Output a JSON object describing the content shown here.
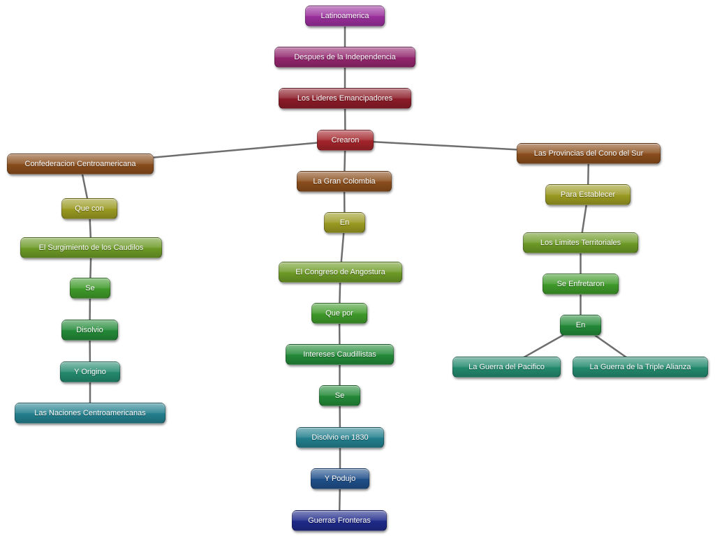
{
  "colors": {
    "purple": "#9a2f9c",
    "magenta": "#93266e",
    "darkred": "#8c1c28",
    "red": "#a2242a",
    "brown": "#8a4d1c",
    "olive": "#9a9a22",
    "olivegreen": "#6d9a26",
    "green": "#3f9a2a",
    "darkgreen": "#238a38",
    "teal": "#238a6e",
    "cyan": "#23808e",
    "blue": "#1f4f8a",
    "navy": "#1f2a8a",
    "line": "#6e6e6e"
  },
  "nodes": {
    "latinoamerica": "Latinoamerica",
    "despues": "Despues de la Independencia",
    "lideres": "Los Lideres Emancipadores",
    "crearon": "Crearon",
    "confederacion": "Confederacion Centroamericana",
    "que_con": "Que con",
    "surgimiento": "El Surgimiento de los Caudilos",
    "se_left": "Se",
    "disolvio_left": "Disolvio",
    "y_origino": "Y Origino",
    "naciones": "Las Naciones Centroamericanas",
    "gran_colombia": "La Gran Colombia",
    "en_center": "En",
    "congreso": "El Congreso de Angostura",
    "que_por": "Que por",
    "intereses": "Intereses Caudillistas",
    "se_center": "Se",
    "disolvio_1830": "Disolvio en 1830",
    "y_produjo": "Y Podujo",
    "guerras": "Guerras Fronteras",
    "provincias": "Las Provincias del Cono del Sur",
    "para_establecer": "Para Establecer",
    "limites": "Los Limites Territoriales",
    "se_enfretaron": "Se Enfretaron",
    "en_right": "En",
    "guerra_pacifico": "La Guerra del Pacifico",
    "guerra_triple": "La Guerra de la Triple Alianza"
  }
}
